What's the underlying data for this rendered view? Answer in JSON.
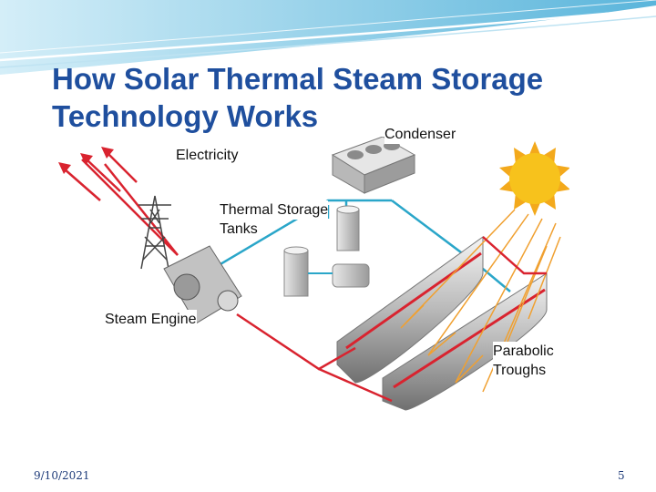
{
  "slide": {
    "title_line1": "How Solar Thermal Steam Storage",
    "title_line2": "Technology Works",
    "date": "9/10/2021",
    "page_number": "5"
  },
  "diagram": {
    "labels": {
      "condenser": "Condenser",
      "electricity": "Electricity",
      "storage_line1": "Thermal Storage",
      "storage_line2": "Tanks",
      "steam_engine": "Steam Engine",
      "troughs_line1": "Parabolic",
      "troughs_line2": "Troughs"
    },
    "icons": [
      "sun-icon",
      "transmission-tower-icon",
      "condenser-icon",
      "storage-tank-icon",
      "steam-engine-icon",
      "parabolic-trough-icon"
    ],
    "colors": {
      "hot_pipe": "#d9232f",
      "cool_pipe": "#2aa6c9",
      "sun": "#f7c21c",
      "sun_rays": "#f0a030",
      "title": "#1f4f9e",
      "banner": "#5fb7da"
    }
  }
}
